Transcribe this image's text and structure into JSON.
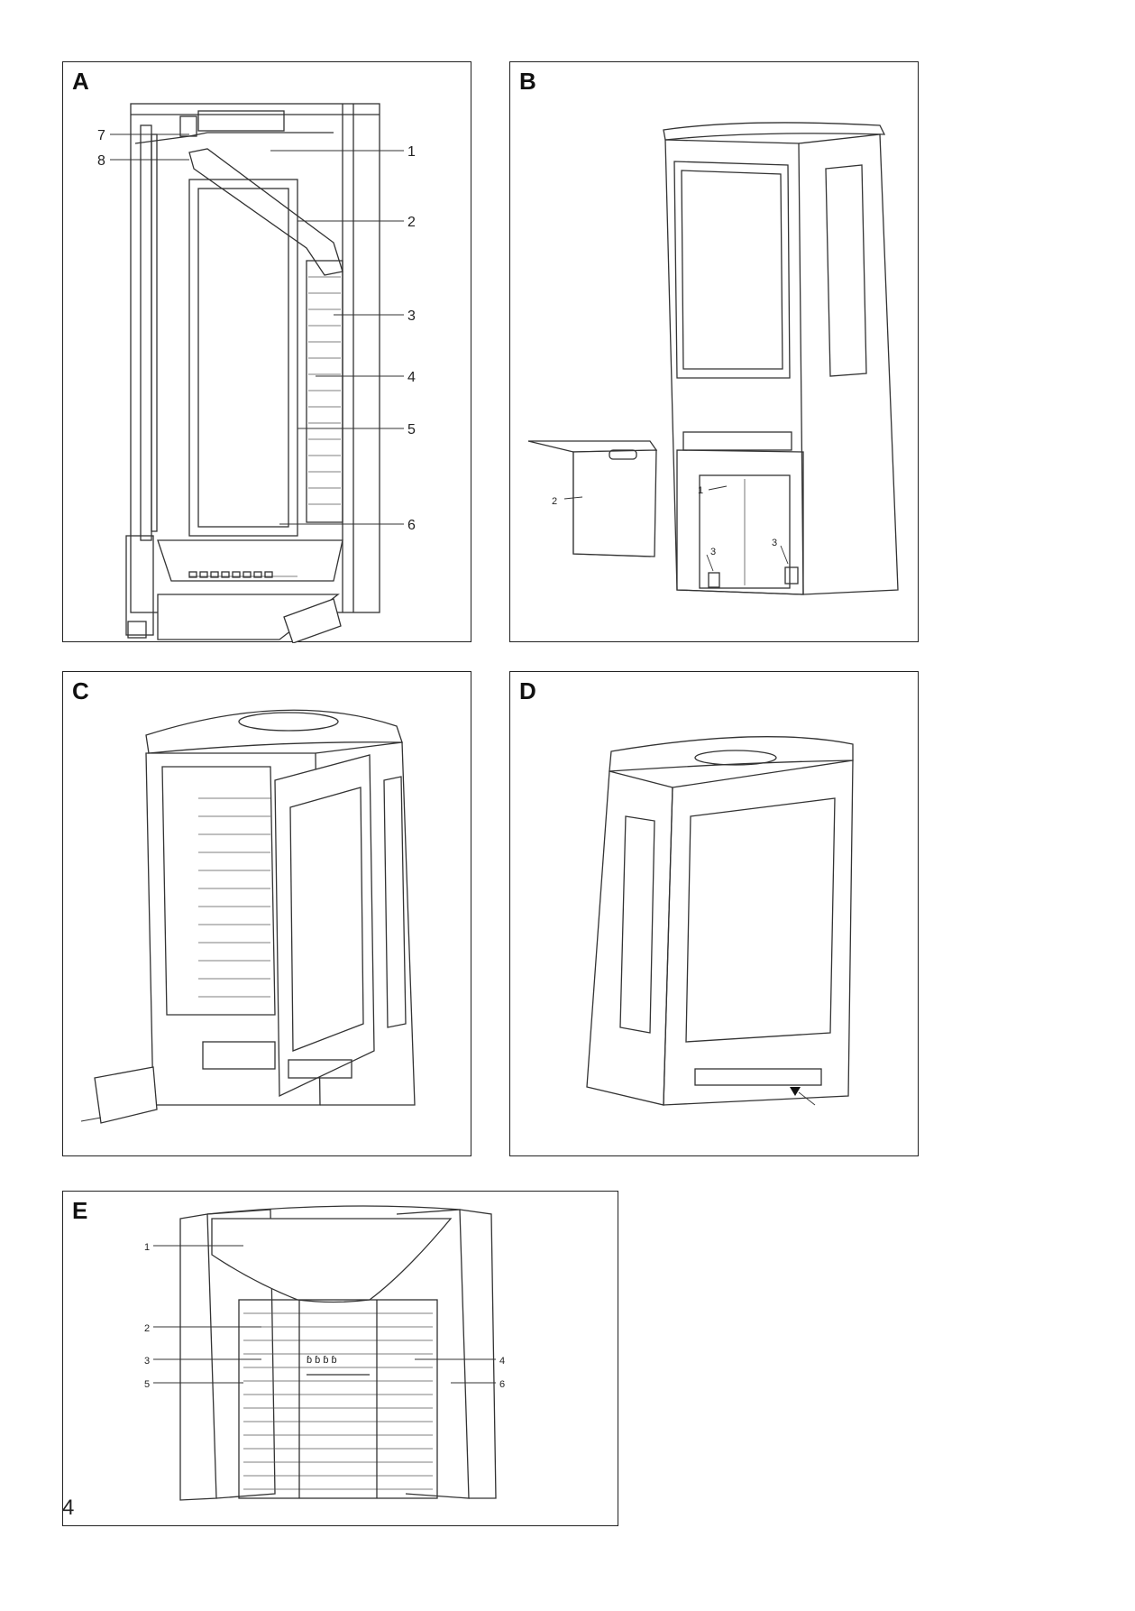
{
  "page": {
    "number": "4"
  },
  "panels": {
    "A": {
      "letter": "A",
      "callouts": [
        "7",
        "8",
        "1",
        "2",
        "3",
        "4",
        "5",
        "6"
      ]
    },
    "B": {
      "letter": "B",
      "callouts": [
        "1",
        "2",
        "3",
        "3"
      ]
    },
    "C": {
      "letter": "C"
    },
    "D": {
      "letter": "D"
    },
    "E": {
      "letter": "E",
      "callouts": [
        "1",
        "2",
        "3",
        "5",
        "4",
        "6"
      ]
    }
  },
  "icons": {
    "arrow": "down-arrow-icon"
  }
}
